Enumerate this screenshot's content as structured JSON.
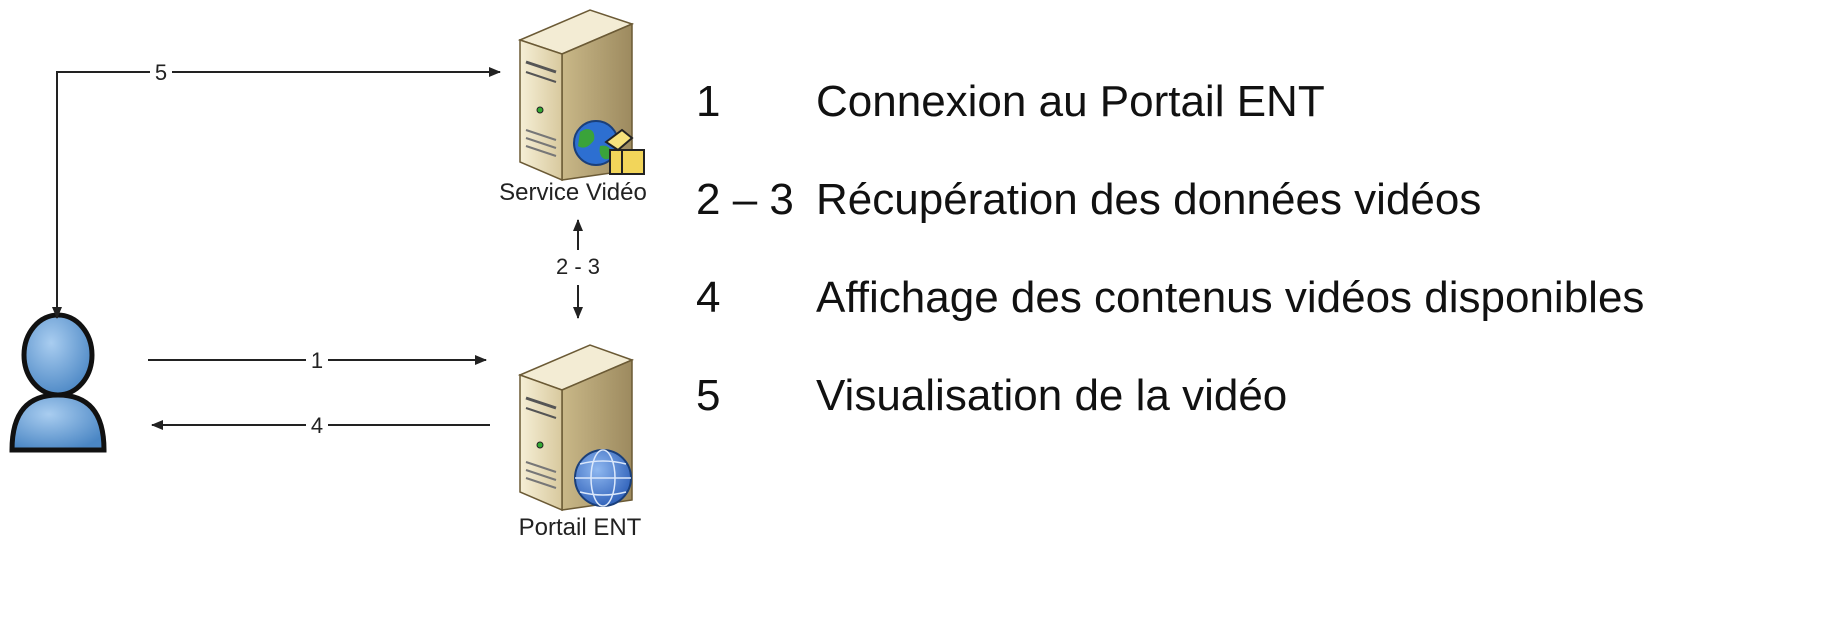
{
  "diagram": {
    "nodes": {
      "video_service": {
        "label": "Service Vidéo"
      },
      "portal": {
        "label": "Portail ENT"
      }
    },
    "arrows": {
      "step5": {
        "label": "5"
      },
      "step1": {
        "label": "1"
      },
      "step4": {
        "label": "4"
      },
      "step23": {
        "label": "2 - 3"
      }
    },
    "legend": [
      {
        "number": "1",
        "text": "Connexion au Portail ENT"
      },
      {
        "number": "2 – 3",
        "text": "Récupération des données vidéos"
      },
      {
        "number": "4",
        "text": "Affichage des contenus vidéos disponibles"
      },
      {
        "number": "5",
        "text": "Visualisation de la vidéo"
      }
    ]
  },
  "colors": {
    "line": "#222222",
    "server_light": "#ece3c6",
    "server_mid": "#d6c79b",
    "server_dark": "#a8956a",
    "user_blue": "#6fa6d8",
    "user_dark": "#2b5f96",
    "globe_blue": "#2d6fd1",
    "globe_green": "#3aa33a",
    "folder_yellow": "#f2d55a"
  }
}
